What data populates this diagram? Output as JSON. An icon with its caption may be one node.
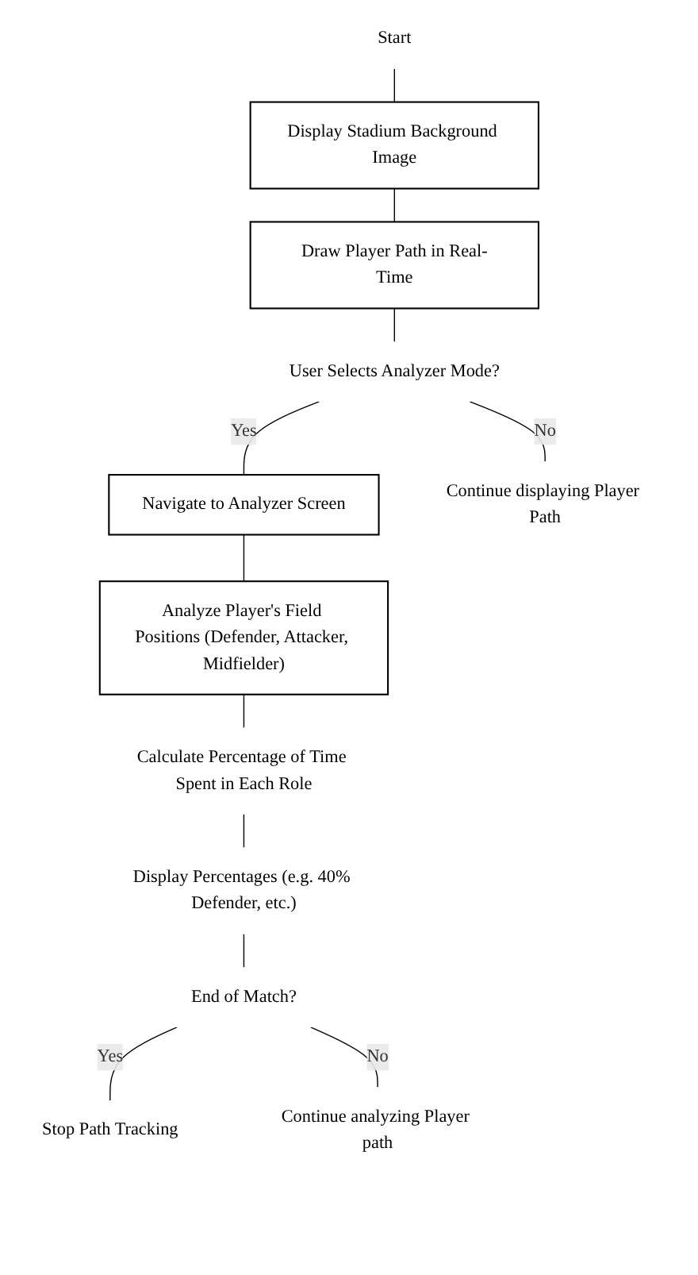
{
  "diagram": {
    "nodes": [
      {
        "text": [
          "Start"
        ]
      },
      {
        "text": [
          "Display Stadium Background Image"
        ]
      },
      {
        "text": [
          "Draw Player Path in Real-Time"
        ]
      },
      {
        "text": [
          "User Selects Analyzer Mode?"
        ]
      },
      {
        "text": [
          "Navigate to Analyzer Screen"
        ]
      },
      {
        "text": [
          "Continue displaying Player Path"
        ]
      },
      {
        "text": [
          "Analyze Player's Field Positions (Defender, Attacker, Midfielder)"
        ]
      },
      {
        "text": [
          "Calculate Percentage of Time Spent in Each Role"
        ]
      },
      {
        "text": [
          "Display Percentages (e.g. 40% Defender, etc.)"
        ]
      },
      {
        "text": [
          "End of Match?"
        ]
      },
      {
        "text": [
          "Stop Path Tracking"
        ]
      },
      {
        "text": [
          "Continue analyzing Player path"
        ]
      }
    ],
    "edges": [
      {
        "from": 0,
        "to": 1,
        "arrow": "none"
      },
      {
        "from": 1,
        "to": 2,
        "arrow": "none"
      },
      {
        "from": 2,
        "to": 3,
        "arrow": "none"
      },
      {
        "from": 3,
        "to": 4,
        "arrow": "none",
        "label": "Yes"
      },
      {
        "from": 3,
        "to": 5,
        "arrow": "none",
        "label": "No"
      },
      {
        "from": 4,
        "to": 6,
        "arrow": "none"
      },
      {
        "from": 6,
        "to": 7,
        "arrow": "none"
      },
      {
        "from": 7,
        "to": 8,
        "arrow": "none"
      },
      {
        "from": 8,
        "to": 9,
        "arrow": "none"
      },
      {
        "from": 9,
        "to": 10,
        "arrow": "none",
        "label": "Yes"
      },
      {
        "from": 9,
        "to": 11,
        "arrow": "none",
        "label": "No"
      }
    ]
  }
}
